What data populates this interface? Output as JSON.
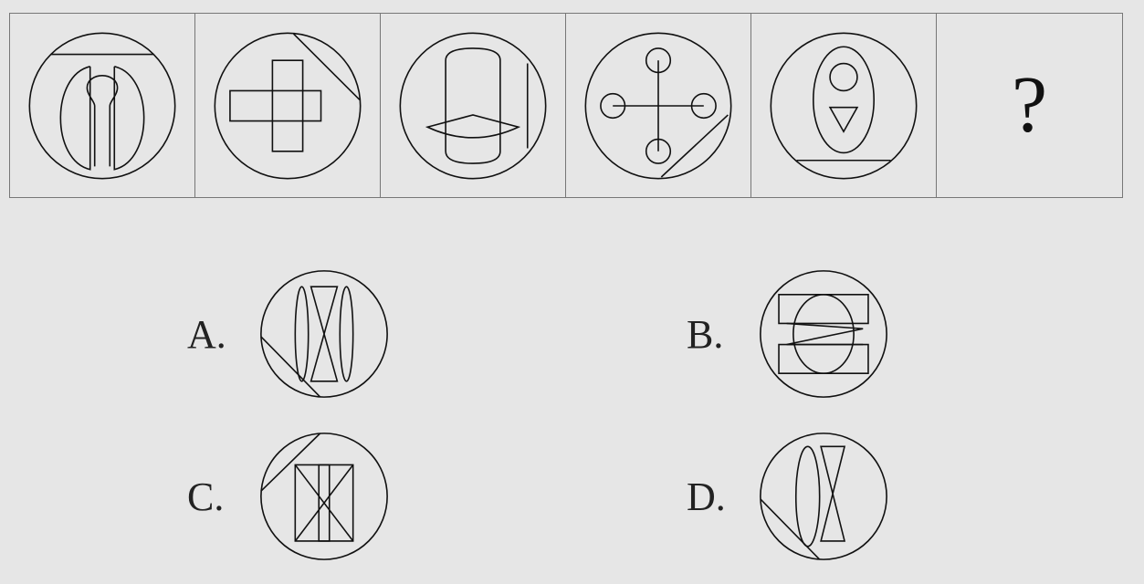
{
  "question_mark": "?",
  "options": [
    {
      "id": "A",
      "label": "A."
    },
    {
      "id": "B",
      "label": "B."
    },
    {
      "id": "C",
      "label": "C."
    },
    {
      "id": "D",
      "label": "D."
    }
  ]
}
